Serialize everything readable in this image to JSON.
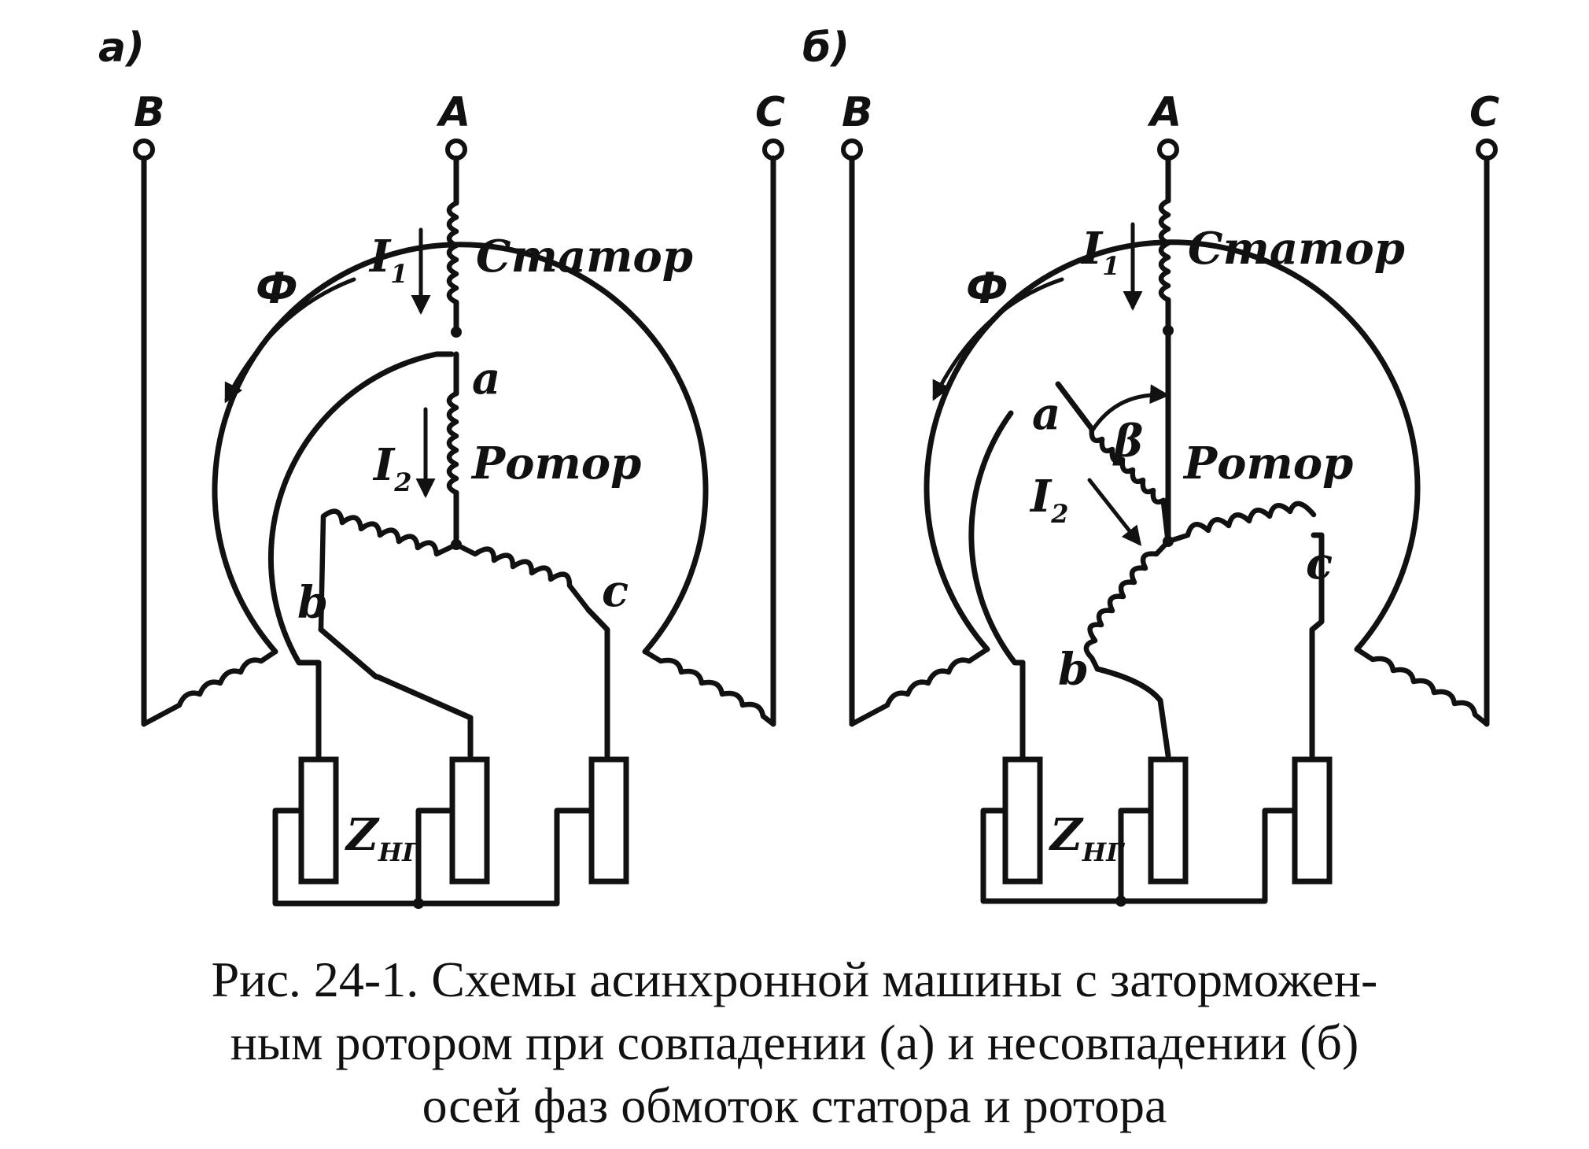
{
  "panel_a": {
    "tag": "а)",
    "terminals": {
      "b": "B",
      "a": "A",
      "c": "C"
    },
    "stator_label": "Статор",
    "rotor_label": "Ротор",
    "flux_label": "Ф",
    "i1_main": "I",
    "i1_sub": "1",
    "i2_main": "I",
    "i2_sub": "2",
    "phase_a": "a",
    "phase_b": "b",
    "phase_c": "c",
    "load_main": "Z",
    "load_sub": "НГ"
  },
  "panel_b": {
    "tag": "б)",
    "terminals": {
      "b": "B",
      "a": "A",
      "c": "C"
    },
    "stator_label": "Статор",
    "rotor_label": "Ротор",
    "flux_label": "Ф",
    "i1_main": "I",
    "i1_sub": "1",
    "i2_main": "I",
    "i2_sub": "2",
    "phase_a": "a",
    "phase_b": "b",
    "phase_c": "c",
    "beta_label": "β",
    "load_main": "Z",
    "load_sub": "НГ"
  },
  "caption": {
    "line1": "Рис. 24-1. Схемы асинхронной машины с заторможен-",
    "line2": "ным ротором при совпадении (а) и несовпадении (б)",
    "line3": "осей фаз обмоток статора и ротора"
  }
}
